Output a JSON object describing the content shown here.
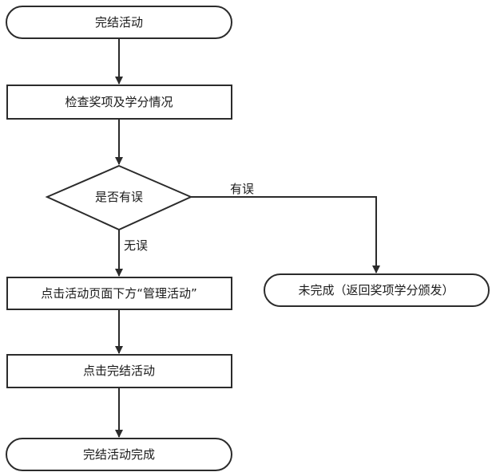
{
  "diagram": {
    "nodes": {
      "start": "完结活动",
      "check": "检查奖项及学分情况",
      "decision": "是否有误",
      "manage": "点击活动页面下方“管理活动”",
      "click_complete": "点击完结活动",
      "end_done": "完结活动完成",
      "end_incomplete": "未完成（返回奖项学分颁发）"
    },
    "edge_labels": {
      "has_error": "有误",
      "no_error": "无误"
    }
  }
}
